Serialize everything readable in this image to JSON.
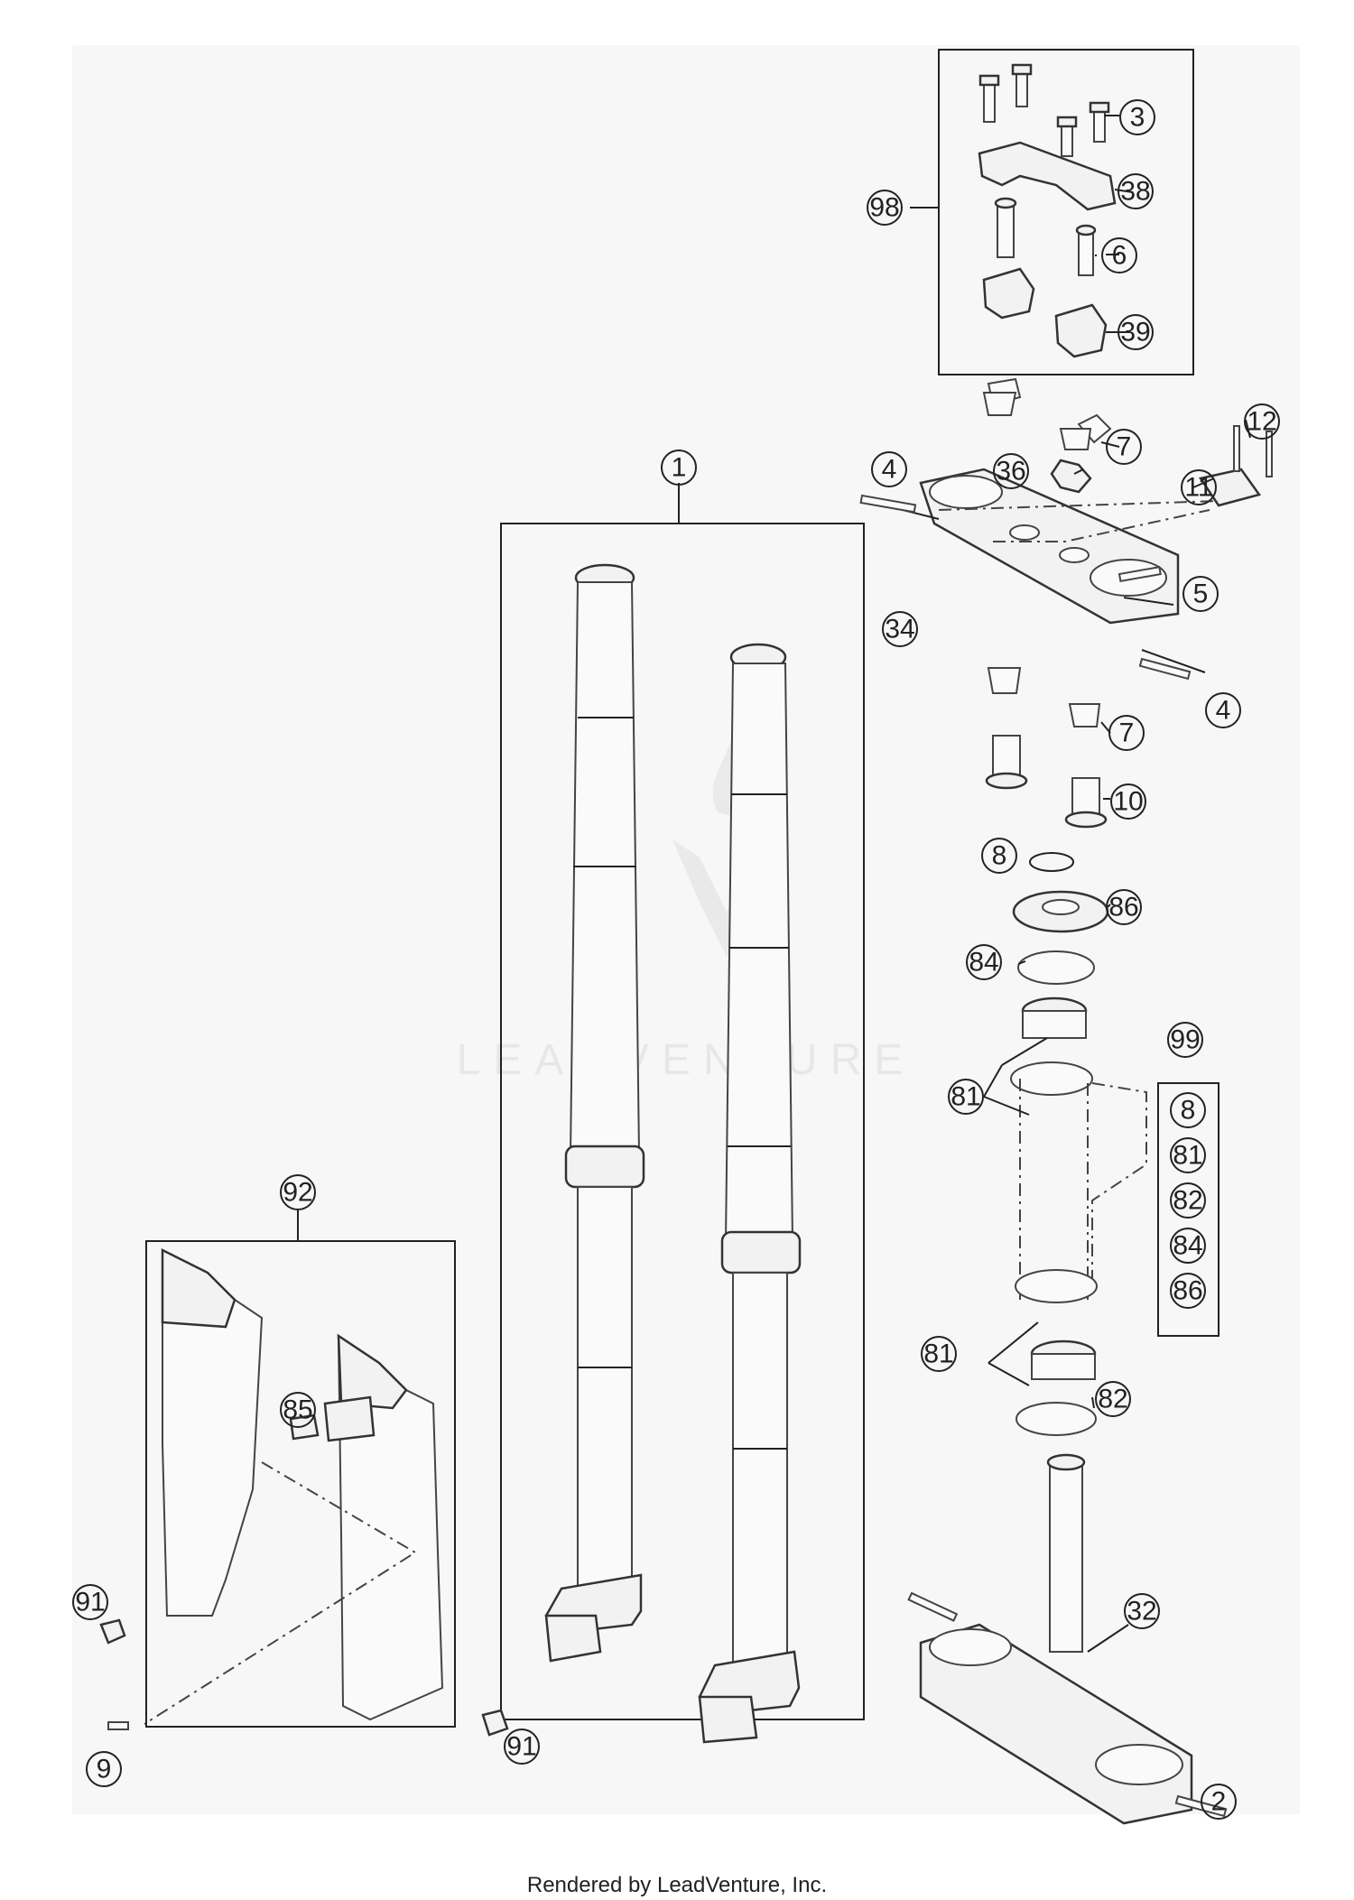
{
  "footer": "Rendered by LeadVenture, Inc.",
  "watermark": "LEADVENTURE",
  "callouts": {
    "c1": "1",
    "c2": "2",
    "c3": "3",
    "c4a": "4",
    "c4b": "4",
    "c5": "5",
    "c6": "6",
    "c7a": "7",
    "c7b": "7",
    "c8a": "8",
    "c8b": "8",
    "c9": "9",
    "c10": "10",
    "c11": "11",
    "c12": "12",
    "c32": "32",
    "c34": "34",
    "c36": "36",
    "c38": "38",
    "c39": "39",
    "c81a": "81",
    "c81b": "81",
    "c81c": "81",
    "c82a": "82",
    "c82b": "82",
    "c84a": "84",
    "c84b": "84",
    "c85": "85",
    "c86a": "86",
    "c86b": "86",
    "c91a": "91",
    "c91b": "91",
    "c92": "92",
    "c98": "98",
    "c99": "99"
  },
  "colors": {
    "line": "#222222",
    "part_fill": "#f2f2f2",
    "watermark": "#e6e6e6"
  }
}
